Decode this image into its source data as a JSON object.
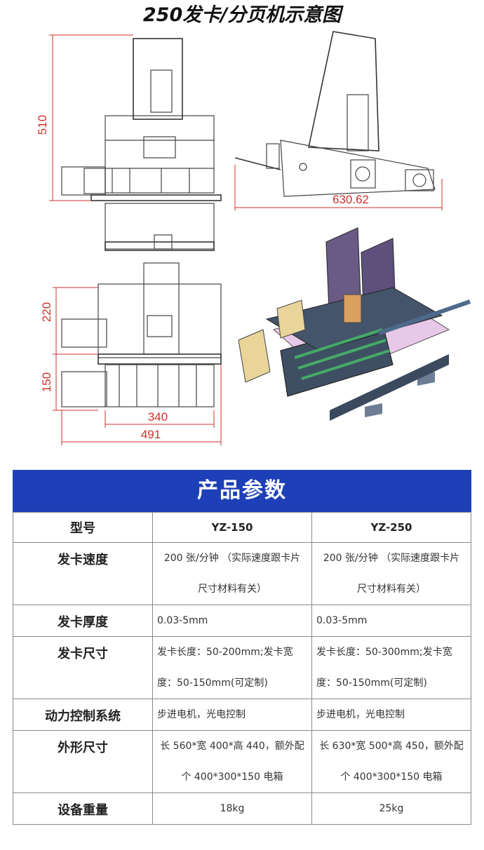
{
  "title": "250发卡/分页机示意图",
  "dimensions": {
    "height_side": "510",
    "length_3d": "630.62",
    "d220": "220",
    "d150": "150",
    "d340": "340",
    "d491": "491"
  },
  "spec": {
    "header": "产品参数",
    "col_key": "型号",
    "col_a": "YZ-150",
    "col_b": "YZ-250",
    "rows": [
      {
        "key": "发卡速度",
        "a": [
          "200 张/分钟 （实际速度跟卡片",
          "尺寸材料有关）"
        ],
        "b": [
          "200 张/分钟 （实际速度跟卡片",
          "尺寸材料有关）"
        ]
      },
      {
        "key": "发卡厚度",
        "a": [
          "0.03-5mm"
        ],
        "b": [
          "0.03-5mm"
        ]
      },
      {
        "key": "发卡尺寸",
        "a": [
          "发卡长度：50-200mm;发卡宽",
          "度：50-150mm(可定制)"
        ],
        "b": [
          "发卡长度：50-300mm;发卡宽",
          "度：50-150mm(可定制)"
        ]
      },
      {
        "key": "动力控制系统",
        "a": [
          "步进电机，光电控制"
        ],
        "b": [
          "步进电机，光电控制"
        ]
      },
      {
        "key": "外形尺寸",
        "a": [
          "长 560*宽 400*高 440，额外配",
          "个 400*300*150 电箱"
        ],
        "b": [
          "长 630*宽 500*高 450，额外配",
          "个 400*300*150 电箱"
        ]
      },
      {
        "key": "设备重量",
        "a": [
          "18kg"
        ],
        "b": [
          "25kg"
        ]
      }
    ]
  }
}
